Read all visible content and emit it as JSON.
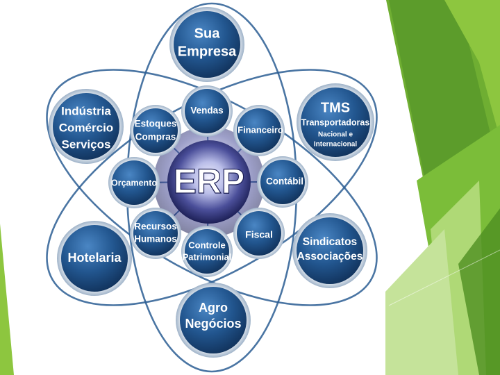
{
  "slide": {
    "accent_color": "#8dc63f",
    "accent_dark": "#5a9a2a",
    "accent_light": "#c5e39a"
  },
  "diagram": {
    "center_label": "ERP",
    "inner_modules": [
      {
        "id": "vendas",
        "lines": [
          "Vendas"
        ]
      },
      {
        "id": "financeiro",
        "lines": [
          "Financeiro"
        ]
      },
      {
        "id": "contabil",
        "lines": [
          "Contábil"
        ]
      },
      {
        "id": "fiscal",
        "lines": [
          "Fiscal"
        ]
      },
      {
        "id": "controle-patrimonial",
        "lines": [
          "Controle",
          "Patrimonial"
        ]
      },
      {
        "id": "recursos-humanos",
        "lines": [
          "Recursos",
          "Humanos"
        ]
      },
      {
        "id": "orcamento",
        "lines": [
          "Orçamento"
        ]
      },
      {
        "id": "estoques-compras",
        "lines": [
          "Estoques",
          "Compras"
        ]
      }
    ],
    "outer_segments": [
      {
        "id": "sua-empresa",
        "lines": [
          "Sua",
          "Empresa"
        ]
      },
      {
        "id": "tms",
        "lines": [
          "TMS",
          "Transportadoras",
          "Nacional e",
          "Internacional"
        ]
      },
      {
        "id": "sindicatos",
        "lines": [
          "Sindicatos",
          "Associações"
        ]
      },
      {
        "id": "agro",
        "lines": [
          "Agro",
          "Negócios"
        ]
      },
      {
        "id": "hotelaria",
        "lines": [
          "Hotelaria"
        ]
      },
      {
        "id": "industria",
        "lines": [
          "Indústria",
          "Comércio",
          "Serviços"
        ]
      }
    ],
    "colors": {
      "node_fill": "#1f4f86",
      "node_fill_light": "#3f78b6",
      "node_ring": "#c9d6e4",
      "center_glow": "#8a8fd0",
      "orbit": "#2a5d93"
    }
  }
}
